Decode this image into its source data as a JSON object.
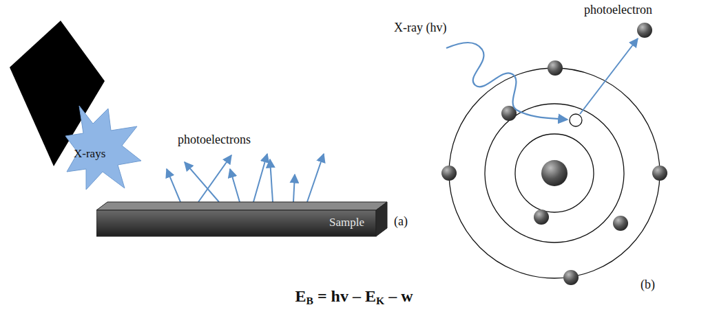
{
  "diagram": {
    "nodes": [
      {
        "text": [
          "X-rays"
        ]
      },
      {
        "text": [
          "Sample"
        ]
      }
    ],
    "labels": [
      "photoelectrons",
      "(a)",
      "X-ray (hv)",
      "photoelectron",
      "(b)",
      "EB = hv – EK – w"
    ]
  }
}
